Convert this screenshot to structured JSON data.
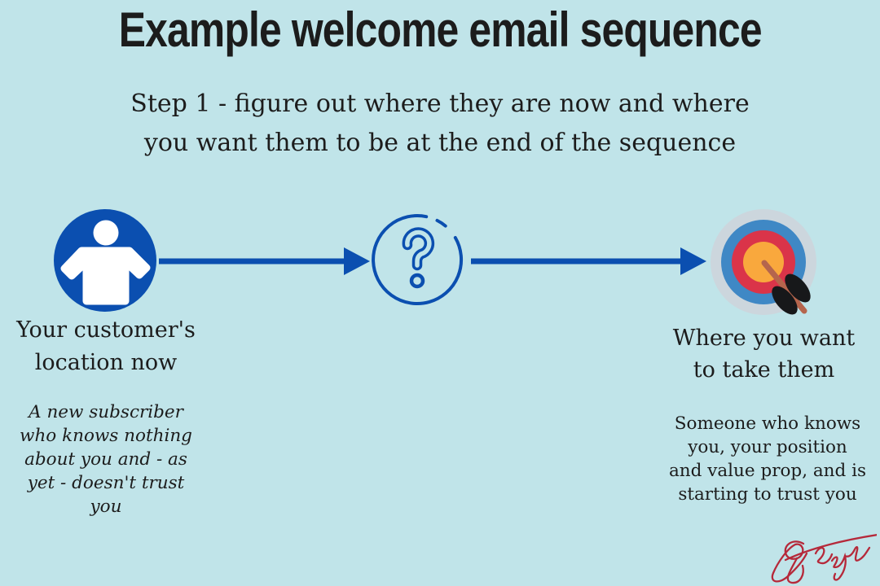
{
  "canvas": {
    "background": "#c0e4e9",
    "ink": "#1c1c1c",
    "accent_blue": "#0b4fb0",
    "signature_red": "#b5293a"
  },
  "title": "Example welcome email sequence",
  "subtitle": "Step 1 - figure out where they are now and where\nyou want them to be at the end of the sequence",
  "flow": {
    "start": {
      "icon": "person-icon",
      "label": "Your customer's\nlocation now",
      "description": "A new subscriber\nwho knows nothing\nabout you and - as\nyet - doesn't trust\nyou"
    },
    "middle": {
      "icon": "question-mark-icon"
    },
    "end": {
      "icon": "target-icon",
      "label": "Where you want\nto take them",
      "description": "Someone who knows\nyou,  your position\nand value prop, and is\nstarting to trust you"
    },
    "connectors": [
      {
        "icon": "right-arrow-icon"
      },
      {
        "icon": "right-arrow-icon"
      }
    ]
  },
  "icon_colors": {
    "target_outer_ring": "#ccd6dd",
    "target_blue_ring": "#3f88c5",
    "target_red_ring": "#da3449",
    "target_bullseye": "#f9a83d",
    "dart_shaft": "#b5654d",
    "dart_flight": "#17181a"
  },
  "signature": {
    "icon": "handwritten-signature",
    "color": "#b5293a"
  }
}
